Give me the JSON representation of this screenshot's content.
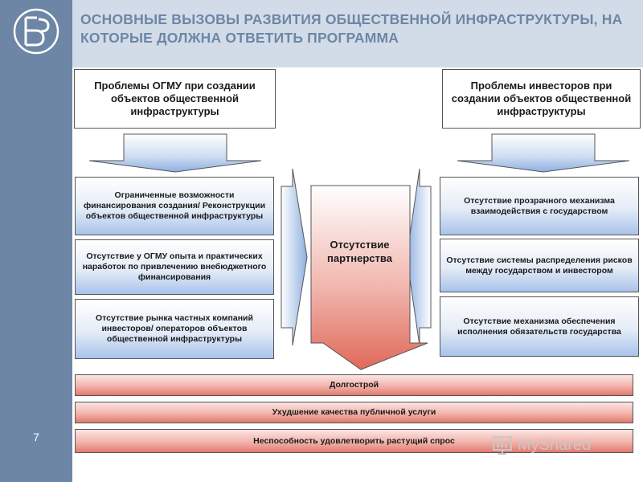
{
  "slide": {
    "title": "ОСНОВНЫЕ ВЫЗОВЫ РАЗВИТИЯ ОБЩЕСТВЕННОЙ ИНФРАСТРУКТУРЫ, НА КОТОРЫЕ ДОЛЖНА ОТВЕТИТЬ ПРОГРАММА",
    "number": "7"
  },
  "left": {
    "header": "Проблемы ОГМУ при создании объектов общественной инфраструктуры",
    "items": [
      "Ограниченные возможности финансирования создания/ Реконструкции объектов общественной инфраструктуры",
      "Отсутствие у ОГМУ опыта и практических наработок по привлечению внебюджетного финансирования",
      "Отсутствие рынка частных компаний инвесторов/ операторов объектов общественной инфраструктуры"
    ]
  },
  "right": {
    "header": "Проблемы инвесторов при создании объектов общественной инфраструктуры",
    "items": [
      "Отсутствие прозрачного механизма взаимодействия с государством",
      "Отсутствие системы распределения рисков между государством и инвестором",
      "Отсутствие механизма обеспечения исполнения обязательств государства"
    ]
  },
  "center": {
    "label": "Отсутствие партнерства"
  },
  "outcomes": [
    "Долгострой",
    "Ухудшение качества публичной услуги",
    "Неспособность удовлетворить растущий спрос"
  ],
  "watermark": {
    "text": "MyShared"
  },
  "colors": {
    "sidebar": "#6d86a6",
    "header_band": "#d2dce8",
    "title": "#6d86a6",
    "blue_box": "#a9c3ea",
    "red_box": "#e27a6e"
  }
}
